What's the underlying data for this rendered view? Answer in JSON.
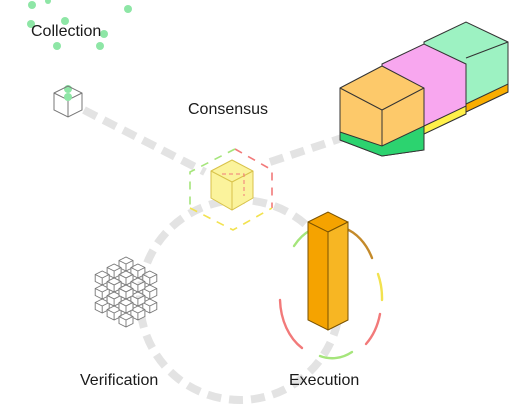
{
  "labels": {
    "collection": "Collection",
    "consensus": "Consensus",
    "verification": "Verification",
    "execution": "Execution"
  },
  "colors": {
    "path": "#e3e3e3",
    "dot": "#8ee6a6",
    "execution_bar": "#f5a300",
    "consensus_cube": "#fbf39c",
    "block_orange": "#fdc96a",
    "block_pink": "#f8a7ef",
    "block_green": "#9df2c2",
    "band_green": "#2cd36f",
    "band_yellow": "#fff04a",
    "band_orange": "#f9ad00",
    "dash_red": "#f27a7a",
    "dash_green": "#a5e57b",
    "dash_yellow": "#f2e24f"
  },
  "icons": {
    "collection_node": "wireframe-cube-icon",
    "verification_node": "cube-cluster-icon",
    "consensus_node": "yellow-cube-icon",
    "execution_node": "tall-bar-icon",
    "chain_node": "block-chain-icon"
  }
}
